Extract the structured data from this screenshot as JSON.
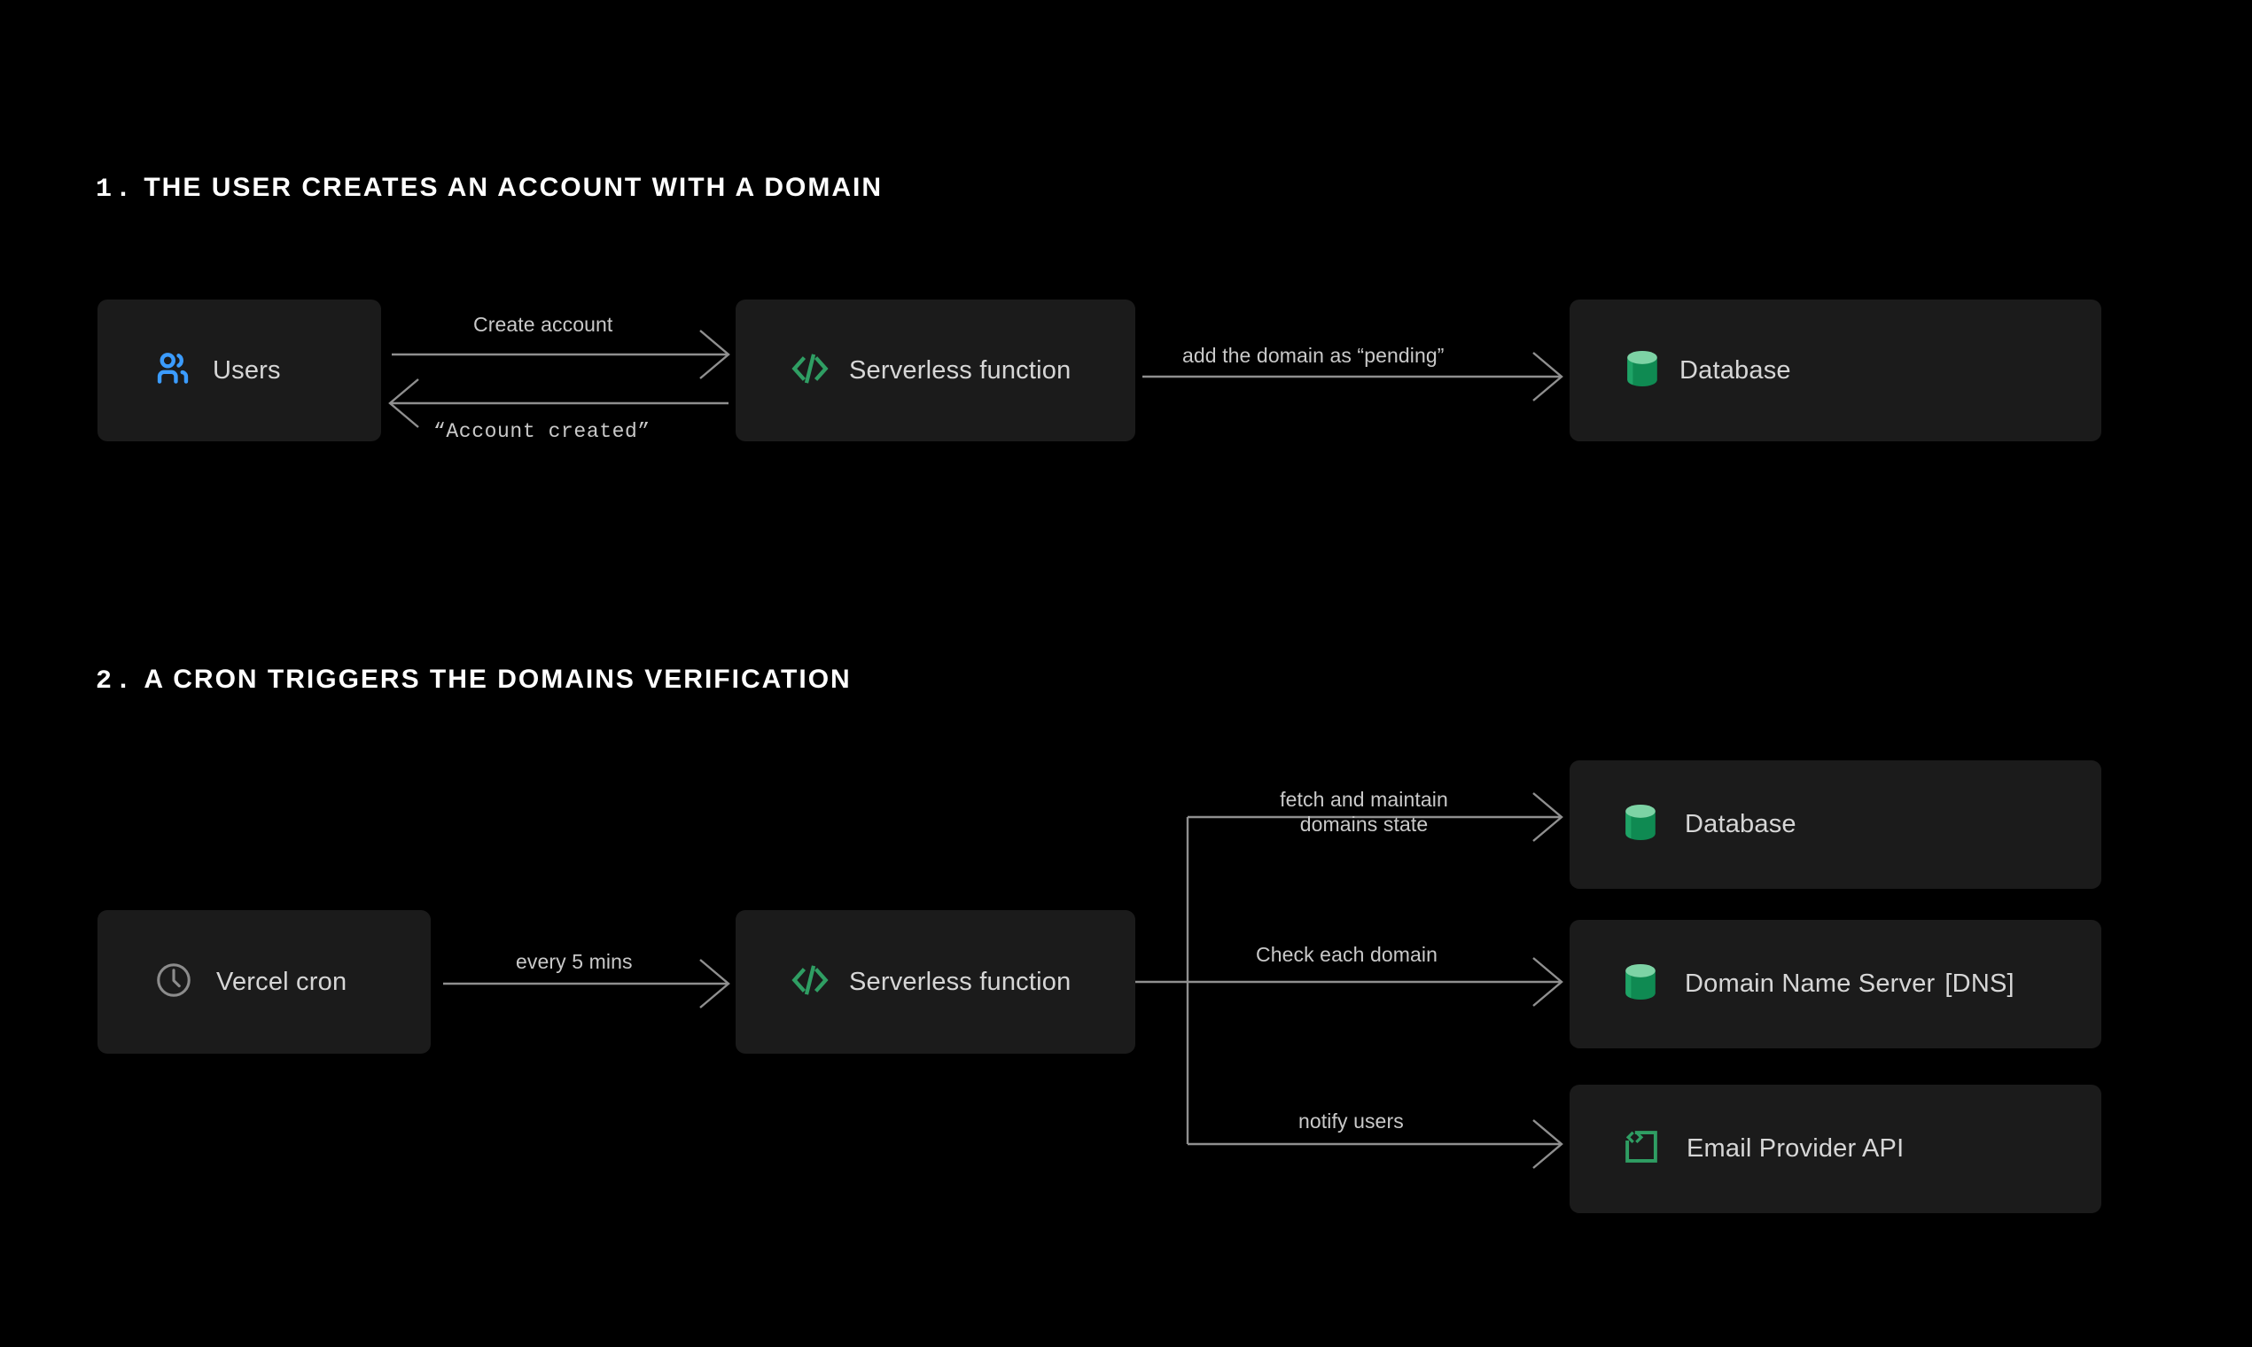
{
  "page": {
    "background": "#000000",
    "accent_green": "#2f9e63",
    "accent_blue": "#3b9cff",
    "line_color": "#8f8f8f",
    "box_fill": "#1b1b1b",
    "label_color": "#c9c9c9",
    "heading_color": "#ffffff"
  },
  "sections": [
    {
      "number": "1.",
      "title": "THE USER CREATES AN ACCOUNT WITH A DOMAIN",
      "nodes": [
        {
          "id": "users",
          "label": "Users",
          "icon": "users-icon"
        },
        {
          "id": "serverless-1",
          "label": "Serverless function",
          "icon": "code-icon"
        },
        {
          "id": "database-1",
          "label": "Database",
          "icon": "database-cylinder-icon"
        }
      ],
      "edges": [
        {
          "id": "create-account",
          "label": "Create account",
          "direction": "right",
          "style": "sans"
        },
        {
          "id": "account-created",
          "label": "“Account created”",
          "direction": "left",
          "style": "mono"
        },
        {
          "id": "add-domain",
          "label": "add the domain as “pending”",
          "direction": "right",
          "style": "sans"
        }
      ]
    },
    {
      "number": "2.",
      "title": "A CRON TRIGGERS THE DOMAINS VERIFICATION",
      "nodes": [
        {
          "id": "cron",
          "label": "Vercel cron",
          "icon": "clock-icon"
        },
        {
          "id": "serverless-2",
          "label": "Serverless function",
          "icon": "code-icon"
        },
        {
          "id": "database-2",
          "label": "Database",
          "icon": "database-cylinder-icon"
        },
        {
          "id": "dns",
          "label": "Domain Name Server",
          "label_suffix": "[DNS]",
          "icon": "database-cylinder-icon"
        },
        {
          "id": "email",
          "label": "Email Provider API",
          "icon": "api-bracket-icon"
        }
      ],
      "edges": [
        {
          "id": "every-5-mins",
          "label": "every 5 mins",
          "direction": "right",
          "style": "sans"
        },
        {
          "id": "fetch-maintain",
          "label_line1": "fetch and maintain",
          "label_line2": "domains state",
          "direction": "right",
          "style": "sans"
        },
        {
          "id": "check-domain",
          "label": "Check each domain",
          "direction": "right",
          "style": "sans"
        },
        {
          "id": "notify-users",
          "label": "notify users",
          "direction": "right",
          "style": "sans"
        }
      ]
    }
  ]
}
